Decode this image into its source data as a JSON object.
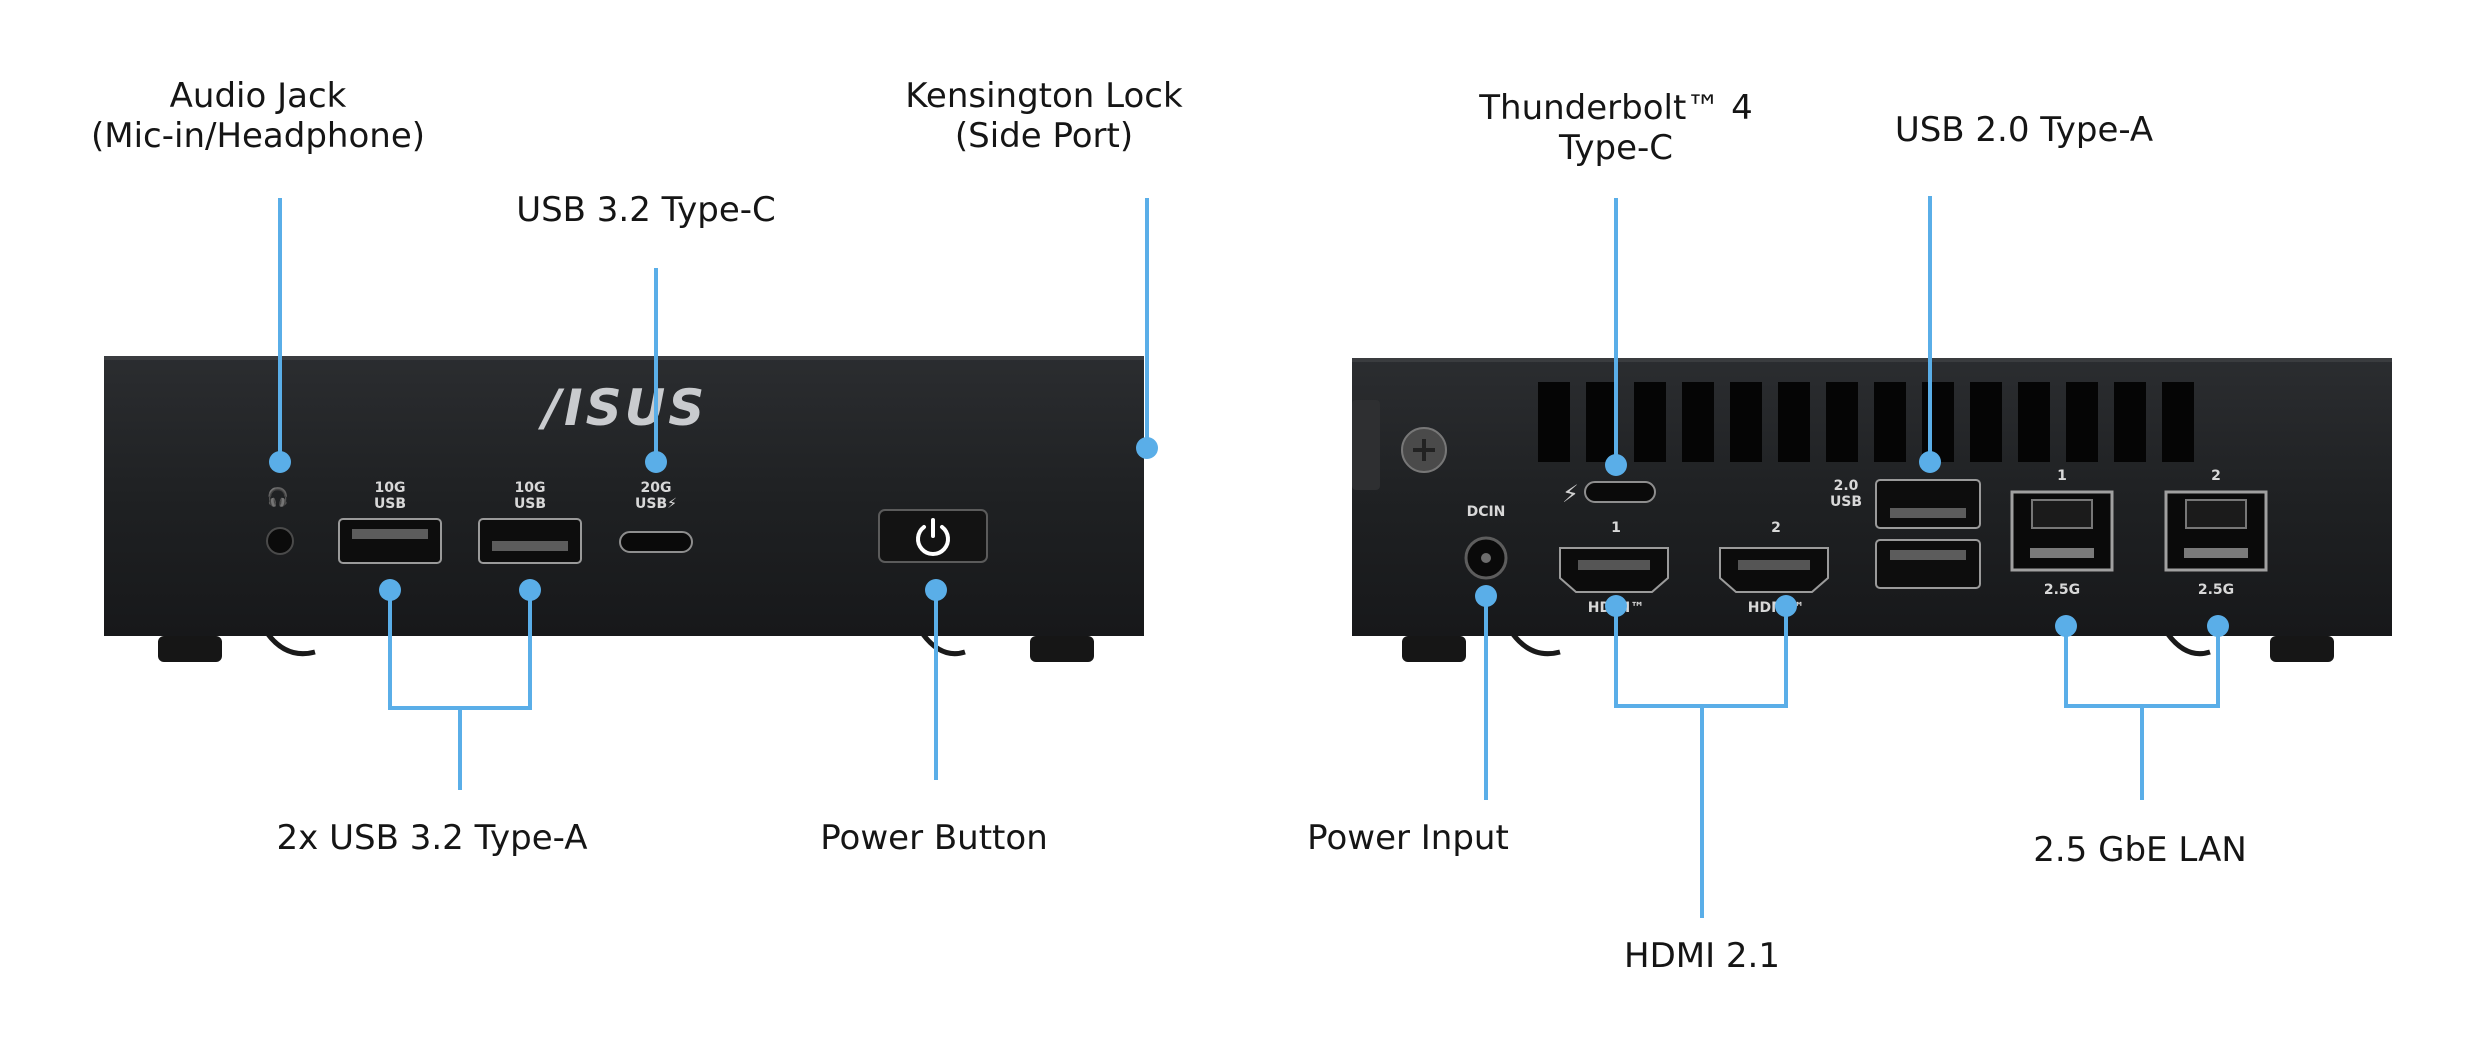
{
  "labels": {
    "audio_jack": [
      "Audio Jack",
      "(Mic-in/Headphone)"
    ],
    "usb_c_front": "USB 3.2 Type-C",
    "kensington": [
      "Kensington Lock",
      "(Side Port)"
    ],
    "usb_a_front": "2x USB 3.2 Type-A",
    "power_button": "Power Button",
    "thunderbolt": [
      "Thunderbolt™ 4",
      "Type-C"
    ],
    "usb2": "USB 2.0 Type-A",
    "power_input": "Power Input",
    "hdmi": "HDMI 2.1",
    "lan": "2.5 GbE LAN"
  },
  "port_marks": {
    "usb_a_1_speed": "10G",
    "usb_a_1_name": "USB",
    "usb_a_2_speed": "10G",
    "usb_a_2_name": "USB",
    "usb_c_speed": "20G",
    "usb_c_name": "USB⚡",
    "brand": "/ISUS",
    "dcin": "DCIN",
    "hdmi_1_num": "1",
    "hdmi_2_num": "2",
    "hdmi_logo": "HDMI™",
    "usb2_ver": "2.0",
    "usb2_name": "USB",
    "lan_1_num": "1",
    "lan_2_num": "2",
    "lan_1_speed": "2.5G",
    "lan_2_speed": "2.5G"
  },
  "colors": {
    "callout": "#5aaee8",
    "chassis": "#222426",
    "text": "#151515"
  }
}
